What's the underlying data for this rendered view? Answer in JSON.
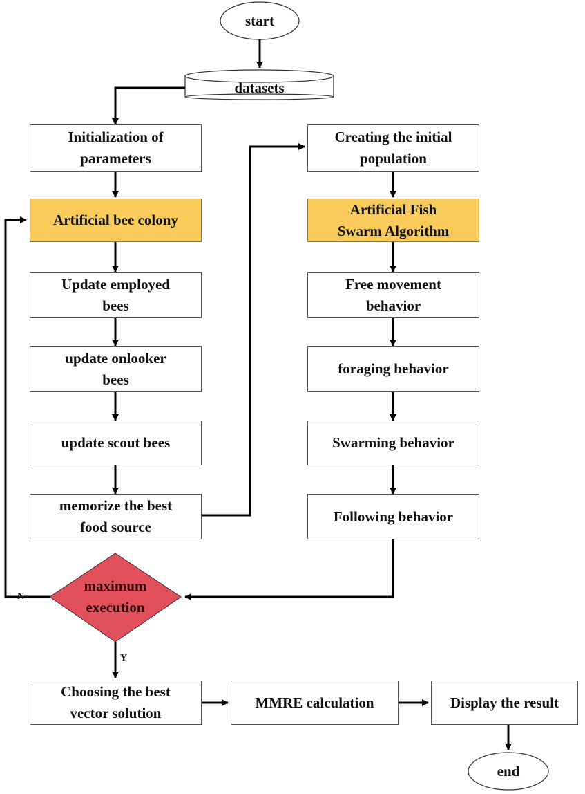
{
  "nodes": {
    "start": "start",
    "datasets": "datasets",
    "init_params": "Initialization of\nparameters",
    "abc": "Artificial bee colony",
    "employed": "Update employed\nbees",
    "onlooker": "update onlooker\nbees",
    "scout": "update scout bees",
    "memorize": "memorize the best\nfood source",
    "create_pop": "Creating the initial\npopulation",
    "afsa": "Artificial Fish\nSwarm Algorithm",
    "free_move": "Free movement\nbehavior",
    "foraging": "foraging behavior",
    "swarming": "Swarming behavior",
    "following": "Following behavior",
    "max_exec": "maximum\nexecution",
    "choose_best": "Choosing the best\nvector solution",
    "mmre": "MMRE calculation",
    "display": "Display the result",
    "end": "end"
  },
  "edge_labels": {
    "no": "N",
    "yes": "Y"
  },
  "colors": {
    "highlight": "#f9cb5a",
    "decision": "#e2505c",
    "line": "#000000"
  }
}
